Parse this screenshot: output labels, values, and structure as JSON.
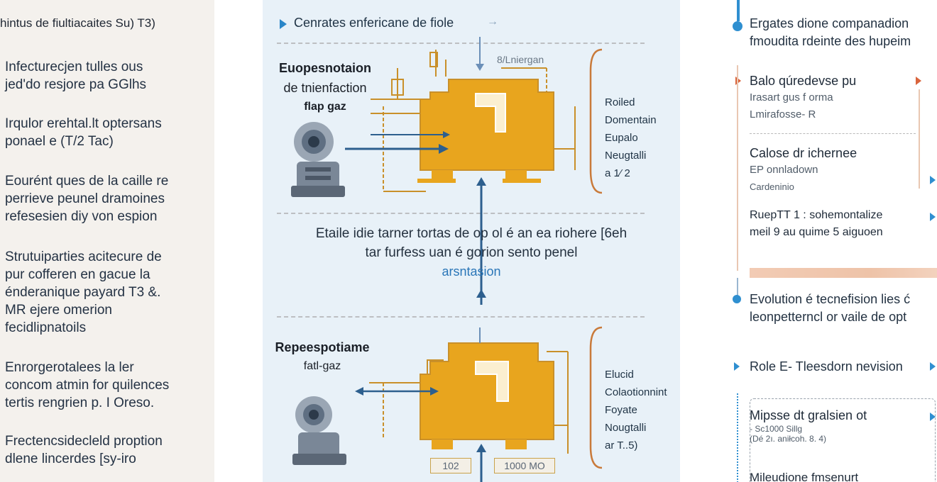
{
  "left": {
    "title": "hintus de fiultiacaites Su) T3)",
    "paragraphs": [
      [
        "Infecturecjen tulles ous",
        "jed'do resjore pa GGlhs"
      ],
      [
        "Irqulor erehtal.lt optersans",
        "ponael e  (T/2 Tac)"
      ],
      [
        "Eourént ques de la caille re",
        "perrieve peunel dramoines",
        "refesesien diy von espion"
      ],
      [
        "Strutuiparties acitecure de",
        "pur cofferen en gacue la",
        "énderanique payard T3 &.",
        "MR ejere omerion",
        "fecidlipnatoils"
      ],
      [
        "Enrorgerotalees la ler",
        "concom atmin for quilences",
        "tertis rengrien p. I Oreso."
      ],
      [
        "Frectencsidecleld proption",
        "dlene lincerdes [sy-iro"
      ]
    ]
  },
  "center": {
    "header": "Cenrates enfericane de fiole",
    "top_station": {
      "title": "Euopesnotaion",
      "subtitle": "de tnienfaction",
      "gas": "flap gaz",
      "tag": "8/Lniergan",
      "side": [
        "Roiled",
        "Domentain",
        "Eupalo",
        "Neugtalli",
        "a 1⁄ 2"
      ]
    },
    "middle": {
      "line1": "Etaile idie tarner  tortas de op ol é an ea riohere [6eh",
      "line2": "tar furfess uan é gorion sento penel",
      "accent": "arsntasion"
    },
    "bottom_station": {
      "title": "Repeespotiame",
      "gas": "fatl-gaz",
      "side": [
        "Elucid",
        "Colaotionnint",
        "Foyate",
        "Nougtalli",
        "ar T..5)"
      ],
      "dim_left": "102",
      "dim_right": "1000 MO"
    },
    "colors": {
      "machine": "#e8a51e",
      "outline": "#c9902a",
      "arrow": "#2d5f8e",
      "bracket": "#c97a3a"
    }
  },
  "right": {
    "intro": [
      "Ergates dione companadion",
      "fmoudita rdeinte des hupeim"
    ],
    "group1": [
      {
        "title": "Balo qúredevse pu",
        "lines": [
          "Irasart gus f orma",
          "Lmirafosse- R"
        ]
      },
      {
        "title": "Calose dr ichernee",
        "lines": [
          "EP onnladown",
          "Cardeninio"
        ]
      }
    ],
    "group1_extra": [
      "RuepTT 1 : sohemontalize",
      "meil 9 au quime 5 aiguoen"
    ],
    "evolution": [
      "Evolution é tecnefision lies ć",
      "leonpetterncl or vaile de opt"
    ],
    "role": "Role E- Tleesdorn nevision",
    "box_title": "Mipsse dt gralsien ot",
    "box_lines": [
      "- Sc1000 Sillg",
      "(Dé 2ı. aniłcoh. 8. 4)"
    ],
    "box_bottom": "Mileudione fmsenurt"
  }
}
